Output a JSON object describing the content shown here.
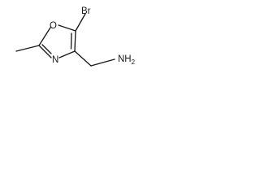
{
  "molecule": {
    "atoms": {
      "bromine": "Br",
      "ring_oxygen": "O",
      "ring_nitrogen": "N",
      "amine": "NH",
      "amine_subscript": "2"
    }
  }
}
